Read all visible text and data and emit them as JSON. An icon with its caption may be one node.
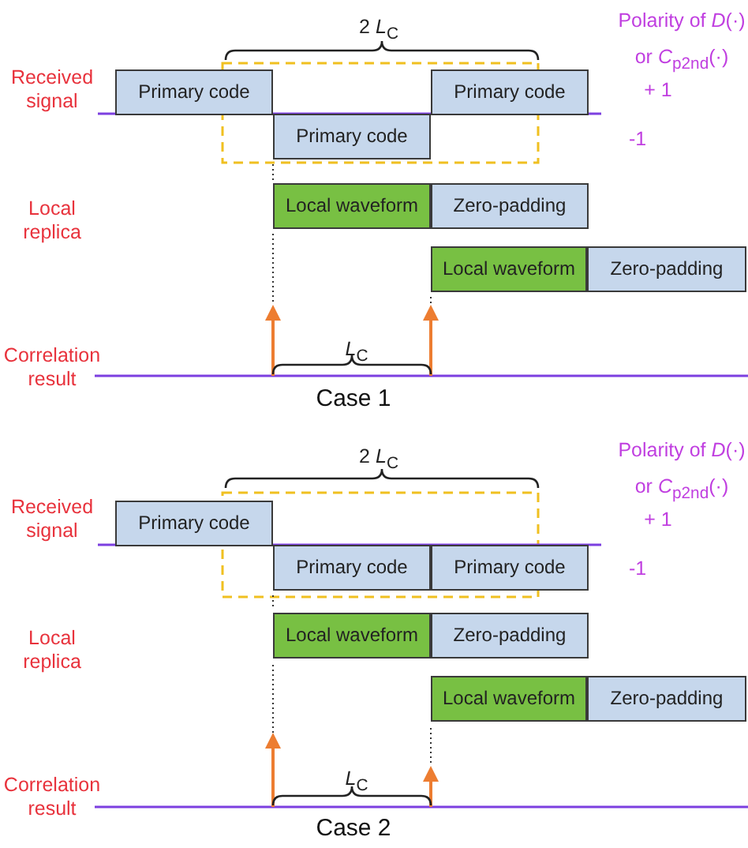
{
  "diagram": {
    "nodes": [
      {
        "text": [
          "Primary code"
        ]
      },
      {
        "text": [
          "Primary code"
        ]
      },
      {
        "text": [
          "Primary code"
        ]
      },
      {
        "text": [
          "Local waveform"
        ]
      },
      {
        "text": [
          "Zero-padding"
        ]
      },
      {
        "text": [
          "Local waveform"
        ]
      },
      {
        "text": [
          "Zero-padding"
        ]
      },
      {
        "text": [
          "Primary code"
        ]
      },
      {
        "text": [
          "Primary code"
        ]
      },
      {
        "text": [
          "Primary code"
        ]
      },
      {
        "text": [
          "Local waveform"
        ]
      },
      {
        "text": [
          "Zero-padding"
        ]
      },
      {
        "text": [
          "Local waveform"
        ]
      },
      {
        "text": [
          "Zero-padding"
        ]
      }
    ],
    "edges": [],
    "labels": [
      "2 *L*$_{C}$",
      "Polarity of *D*(·)",
      "or *C*$_{p2nd}$(·)",
      "Received signal",
      "+ 1",
      "-1",
      "Local replica",
      "*L*$_{C}$",
      "Correlation result",
      "Case 1",
      "2 *L*$_{C}$",
      "Polarity of *D*(·)",
      "or *C*$_{p2nd}$(·)",
      "Received signal",
      "+ 1",
      "-1",
      "Local replica",
      "*L*$_{C}$",
      "Correlation result",
      "Case 2"
    ]
  }
}
